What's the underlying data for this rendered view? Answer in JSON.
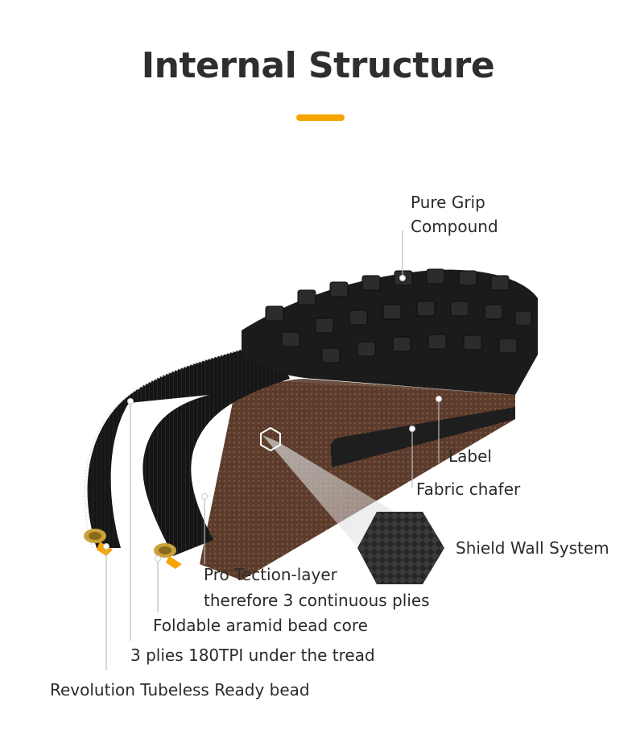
{
  "title": "Internal Structure",
  "colors": {
    "accent": "#f6a400",
    "tread": "#1b1b1b",
    "casing": "#5a3a2a",
    "shield": "#2f2f2f"
  },
  "labels": {
    "pure_grip": [
      "Pure Grip",
      "Compound"
    ],
    "label": "Label",
    "fabric_chafer": "Fabric chafer",
    "shield_wall": "Shield Wall System",
    "pro_tection": [
      "Pro Tection-layer",
      "therefore 3 continuous plies"
    ],
    "bead_core": "Foldable aramid bead core",
    "plies": "3 plies 180TPI under the tread",
    "tubeless_bead": "Revolution Tubeless Ready bead"
  }
}
